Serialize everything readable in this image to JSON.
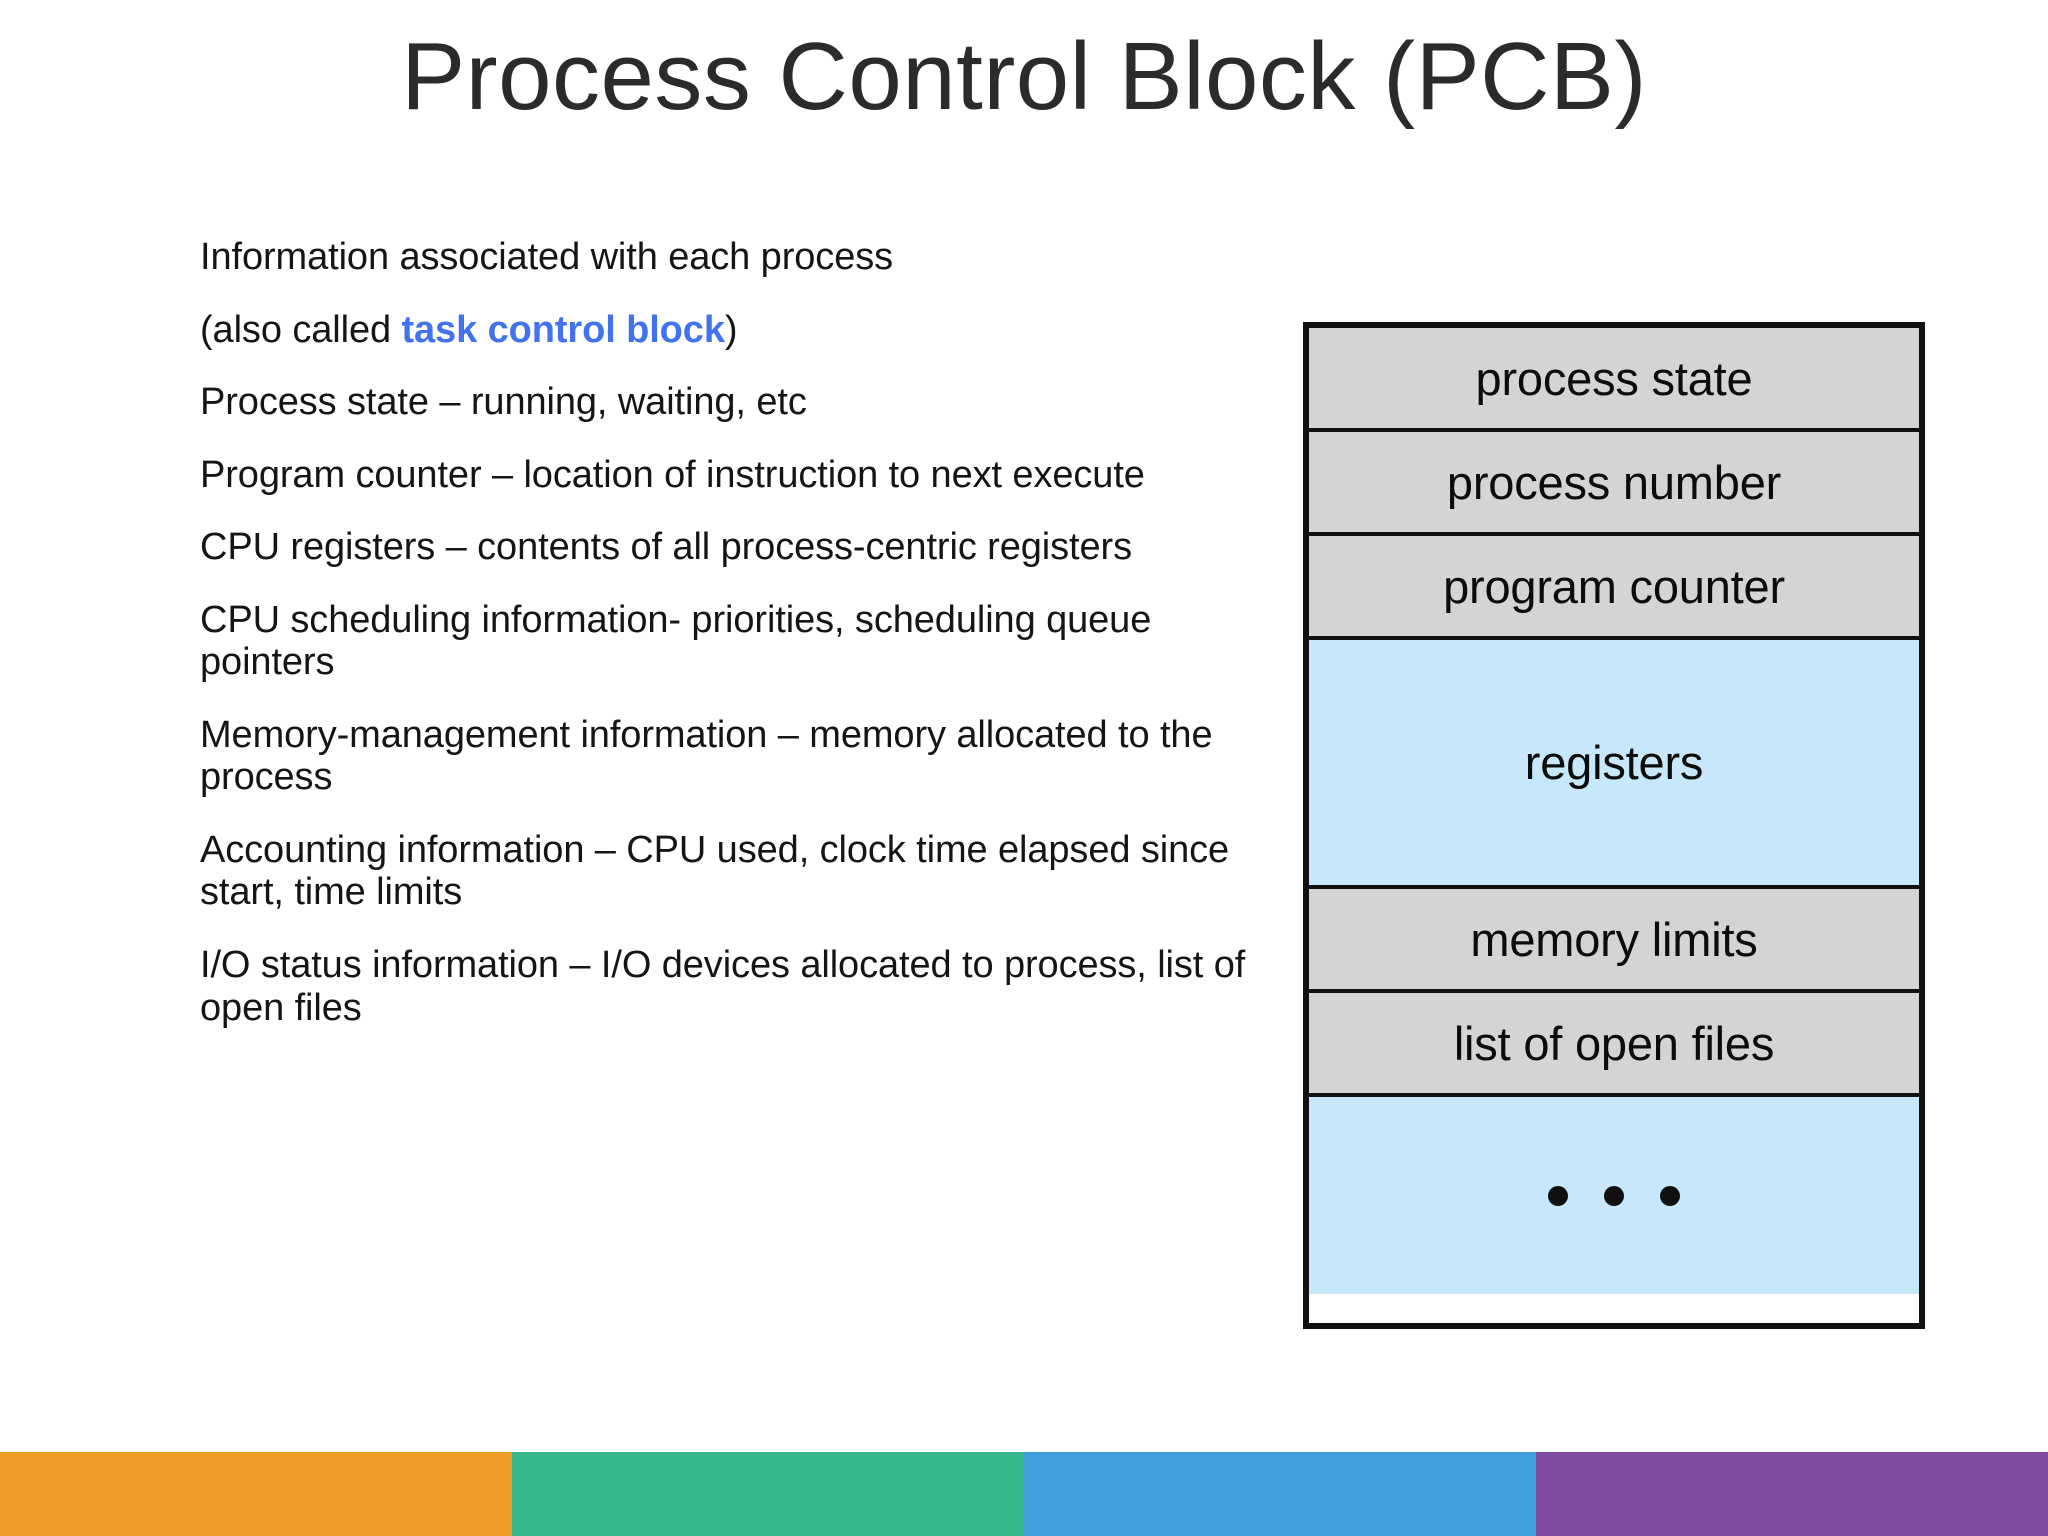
{
  "slide": {
    "title": "Process Control Block (PCB)"
  },
  "body": {
    "paragraphs": [
      {
        "id": "info-associated",
        "text": "Information associated with each process"
      },
      {
        "id": "also-called",
        "prefix": "(also called ",
        "highlight": "task control block",
        "suffix": ")"
      },
      {
        "id": "process-state",
        "text": "Process state – running, waiting, etc"
      },
      {
        "id": "program-counter",
        "text": "Program counter – location of instruction to next execute"
      },
      {
        "id": "cpu-registers",
        "text": "CPU registers – contents of all process-centric registers"
      },
      {
        "id": "cpu-scheduling",
        "text": "CPU scheduling information- priorities, scheduling queue pointers"
      },
      {
        "id": "memory-management",
        "text": "Memory-management information – memory allocated to the process"
      },
      {
        "id": "accounting-info",
        "text": "Accounting information – CPU used, clock time elapsed since start, time limits"
      },
      {
        "id": "io-status",
        "text": "I/O status information – I/O devices allocated to process, list of open files"
      }
    ]
  },
  "diagram": {
    "name": "process-control-block",
    "rows": [
      {
        "label": "process state",
        "fill": "gray",
        "size": "small"
      },
      {
        "label": "process number",
        "fill": "gray",
        "size": "small"
      },
      {
        "label": "program counter",
        "fill": "gray",
        "size": "small"
      },
      {
        "label": "registers",
        "fill": "blue",
        "size": "tall"
      },
      {
        "label": "memory limits",
        "fill": "gray",
        "size": "small"
      },
      {
        "label": "list of open files",
        "fill": "gray",
        "size": "small"
      },
      {
        "label": "",
        "fill": "blue",
        "size": "last",
        "ellipsis": true
      }
    ],
    "colors": {
      "gray_fill": "#d2d4d5",
      "blue_fill": "#c7e8fa",
      "border": "#111111"
    }
  },
  "footer": {
    "bands": [
      {
        "name": "orange-band",
        "color": "#ED9C28"
      },
      {
        "name": "green-band",
        "color": "#35B68D"
      },
      {
        "name": "blue-band",
        "color": "#3E9FDA"
      },
      {
        "name": "purple-band",
        "color": "#7F4B9E"
      }
    ]
  },
  "theme": {
    "accent_blue": "#4272EE",
    "title_color": "#2b2b2b",
    "body_color": "#151515"
  }
}
